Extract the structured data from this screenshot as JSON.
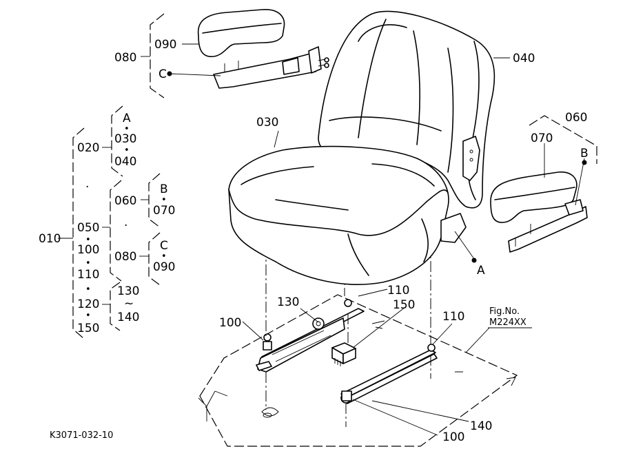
{
  "figure": {
    "fig_no_label": "Fig.No.",
    "fig_no_value": "M224XX",
    "drawing_code": "K3071-032-10"
  },
  "parts": {
    "p010": "010",
    "p020": "020",
    "p030": "030",
    "p040": "040",
    "p050": "050",
    "p060": "060",
    "p070": "070",
    "p080": "080",
    "p090": "090",
    "p100": "100",
    "p110": "110",
    "p120": "120",
    "p130": "130",
    "p140": "140",
    "p150": "150"
  },
  "refs": {
    "A": "A",
    "B": "B",
    "C": "C"
  },
  "symbols": {
    "dot": "•",
    "tilde": "~",
    "mid": "."
  }
}
